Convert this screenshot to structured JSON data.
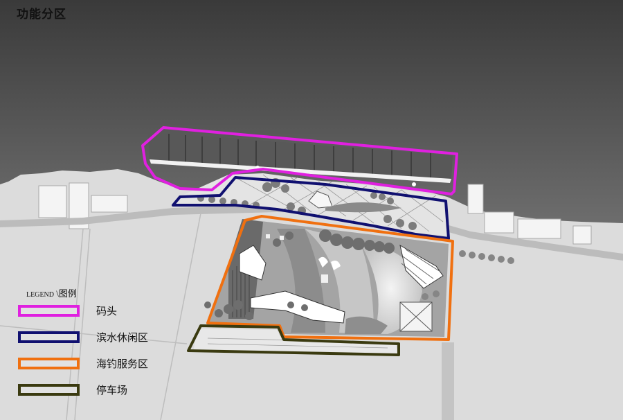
{
  "title": "功能分区",
  "legend": {
    "heading_en": "LEGEND",
    "heading_sep": "\\",
    "heading_cn": "图例",
    "items": [
      {
        "label": "码头",
        "color": "#e020e0"
      },
      {
        "label": "滨水休闲区",
        "color": "#101070"
      },
      {
        "label": "海钓服务区",
        "color": "#f07010"
      },
      {
        "label": "停车场",
        "color": "#3a3a10"
      }
    ]
  },
  "colors": {
    "sea_top": "#3a3a3a",
    "sea_bottom": "#9a9a9a",
    "land": "#dcdcdc",
    "road": "#b8b8b8",
    "building": "#f4f4f4"
  }
}
